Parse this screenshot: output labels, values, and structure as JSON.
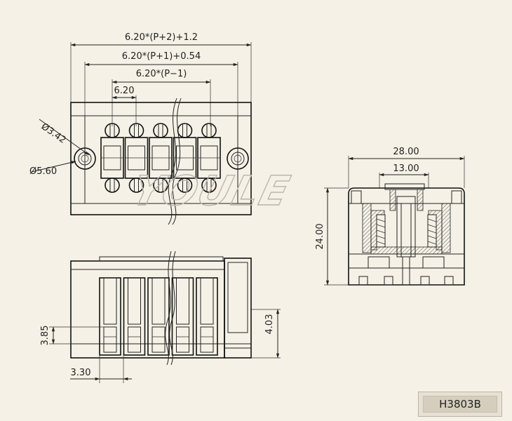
{
  "dimensions": {
    "overall_width": "6.20*(P+2)+1.2",
    "plug_width": "6.20*(P+1)+0.54",
    "pin_span": "6.20*(P−1)",
    "pitch": "6.20",
    "mount_hole_inner": "Ø3.42",
    "mount_hole_outer": "Ø5.60",
    "side_width": "28.00",
    "side_inner_width": "13.00",
    "side_height": "24.00",
    "front_step_height": "3.85",
    "front_bottom_height": "4.03",
    "front_slot_width": "3.30"
  },
  "watermark": "YOULE",
  "part_code": "H3803B"
}
